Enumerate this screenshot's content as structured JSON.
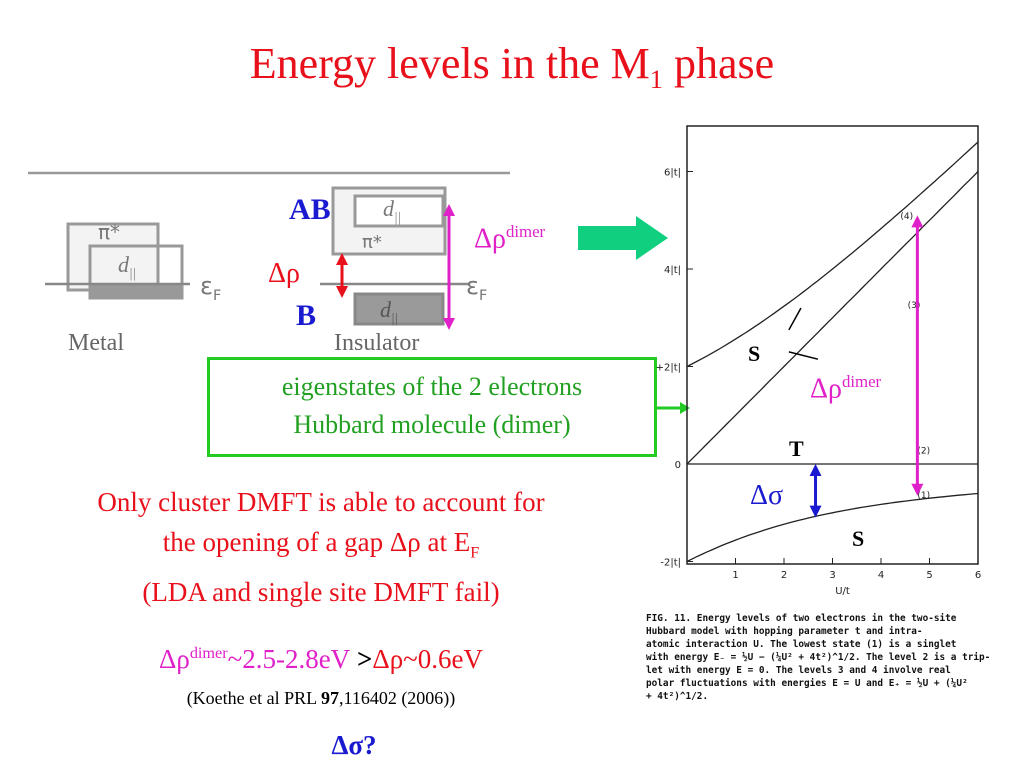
{
  "title": {
    "main": "Energy levels in the M",
    "sub": "1",
    "end": " phase"
  },
  "left_diagram": {
    "metal_label": "Metal",
    "insulator_label": "Insulator",
    "pi_star": "π*",
    "d_par": "d",
    "d_par_sub": "||",
    "ef": "ε",
    "ef_sub": "F",
    "ab": "AB",
    "b": "B",
    "delta_rho": "Δρ"
  },
  "labels": {
    "delta_rho_dimer": "Δρ",
    "dimer_sup": "dimer",
    "delta_rho_dimer_right": "Δρ",
    "delta_sigma": "Δσ",
    "s_upper": "S",
    "t": "T",
    "s_lower": "S"
  },
  "box": {
    "line1": "eigenstates of the 2 electrons",
    "line2": "Hubbard molecule (dimer)"
  },
  "claim": {
    "line1": "Only cluster DMFT is able to account for",
    "line2_pre": "the opening of a gap Δρ at E",
    "line2_sub": "F",
    "line3": "(LDA and single site DMFT fail)"
  },
  "values": {
    "part1": "Δρ",
    "part1_sup": "dimer",
    "part2": "~2.5-2.8eV",
    "gt": " >",
    "part3": "Δρ~0.6eV"
  },
  "ref": {
    "pre": "(Koethe et al PRL ",
    "vol": "97",
    "post": ",116402 (2006))"
  },
  "question": "Δσ?",
  "plot": {
    "yticks": [
      "6|t|",
      "4|t|",
      "+2|t|",
      "0",
      "-2|t|"
    ],
    "xticks": [
      "1",
      "2",
      "3",
      "4",
      "5",
      "6"
    ],
    "xlabel": "U/t",
    "curve_labels": [
      "(4)",
      "(3)",
      "(2)",
      "(1)"
    ]
  },
  "caption": [
    "FIG. 11.  Energy levels of two electrons in the two-site",
    "Hubbard model with hopping parameter t and intra-",
    "atomic interaction U.  The lowest state (1) is a singlet",
    "with energy E₋ = ½U − (¼U² + 4t²)^1/2.  The level 2 is a trip-",
    "let with energy  E = 0.  The levels 3 and 4 involve real",
    "polar fluctuations with energies  E = U and  E₊ = ½U + (¼U²",
    "+ 4t²)^1/2."
  ],
  "chart_data": {
    "type": "line",
    "xlabel": "U/t",
    "xlim": [
      0,
      6
    ],
    "ylim": [
      -2,
      6.5
    ],
    "series": [
      {
        "name": "(1)",
        "x": [
          0,
          1,
          2,
          3,
          4,
          5,
          6
        ],
        "y": [
          -2.0,
          -1.56,
          -1.24,
          -1.0,
          -0.83,
          -0.7,
          -0.61
        ]
      },
      {
        "name": "(2)",
        "x": [
          0,
          6
        ],
        "y": [
          0,
          0
        ]
      },
      {
        "name": "(3)",
        "x": [
          0,
          6
        ],
        "y": [
          0,
          6
        ]
      },
      {
        "name": "(4)",
        "x": [
          0,
          1,
          2,
          3,
          4,
          5,
          6
        ],
        "y": [
          2.0,
          2.56,
          3.24,
          4.0,
          4.83,
          5.7,
          6.61
        ]
      }
    ]
  }
}
